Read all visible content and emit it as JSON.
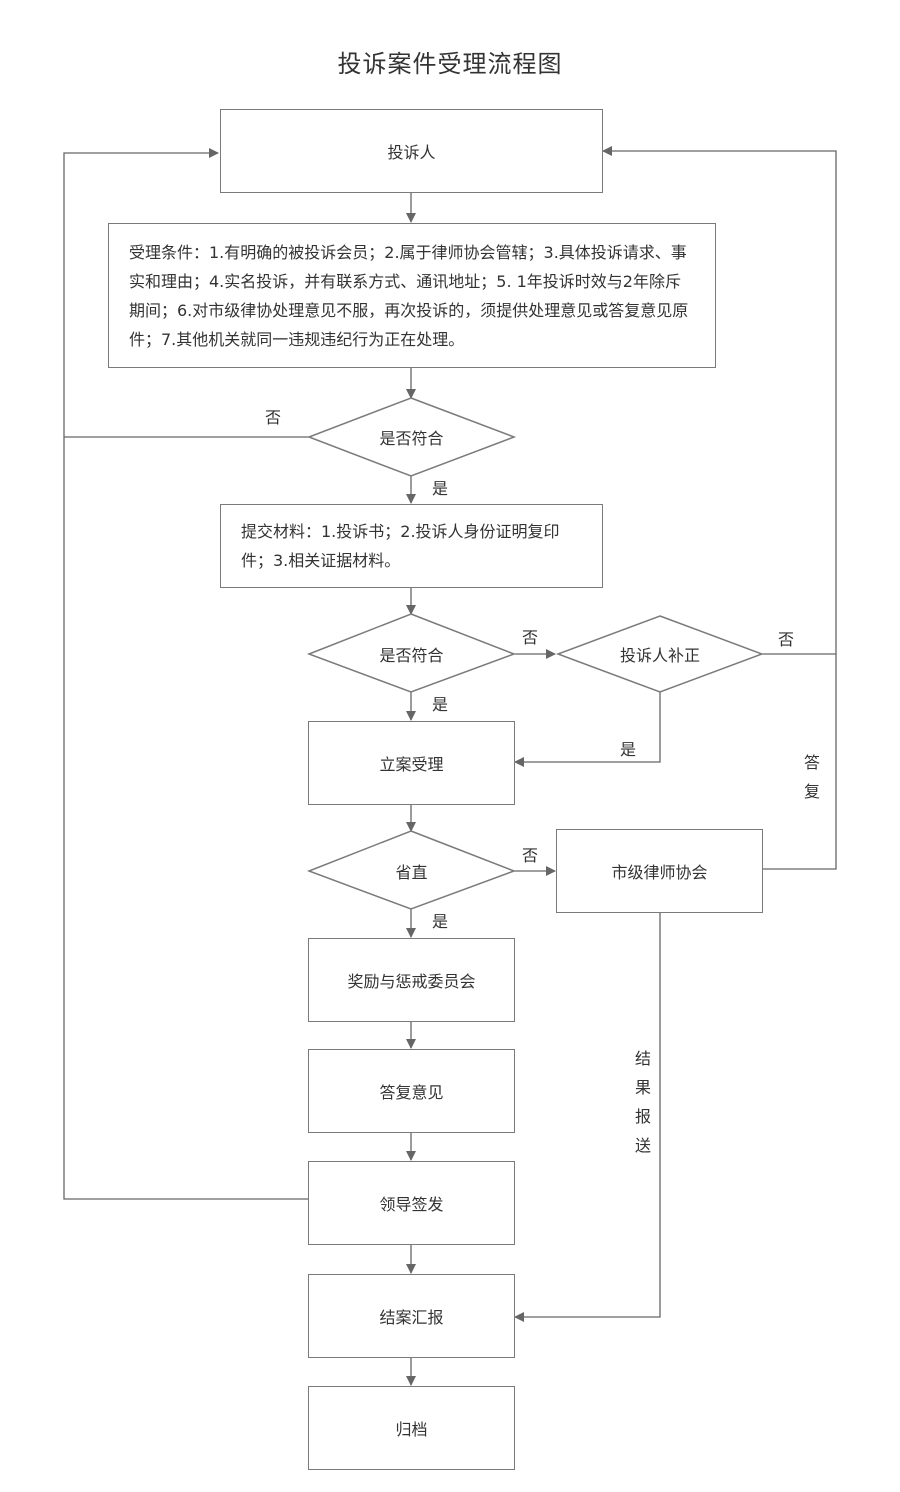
{
  "title": "投诉案件受理流程图",
  "nodes": {
    "complainant": "投诉人",
    "conditions": "受理条件：1.有明确的被投诉会员；2.属于律师协会管辖；3.具体投诉请求、事实和理由；4.实名投诉，并有联系方式、通讯地址；5. 1年投诉时效与2年除斥期间；6.对市级律协处理意见不服，再次投诉的，须提供处理意见或答复意见原件；7.其他机关就同一违规违纪行为正在处理。",
    "decision1": "是否符合",
    "materials": "提交材料：1.投诉书；2.投诉人身份证明复印件；3.相关证据材料。",
    "decision2": "是否符合",
    "supplement": "投诉人补正",
    "filing": "立案受理",
    "provincial": "省直",
    "city_association": "市级律师协会",
    "committee": "奖励与惩戒委员会",
    "reply_opinion": "答复意见",
    "leader_signoff": "领导签发",
    "closing_report": "结案汇报",
    "archive": "归档"
  },
  "edge_labels": {
    "d1_no": "否",
    "d1_yes": "是",
    "d2_no": "否",
    "d2_yes": "是",
    "supplement_no": "否",
    "supplement_yes": "是",
    "reply": "答复",
    "provincial_no": "否",
    "provincial_yes": "是",
    "result_report": "结果报送"
  },
  "colors": {
    "line": "#666666",
    "border": "#7a7a7a",
    "text": "#333333"
  }
}
